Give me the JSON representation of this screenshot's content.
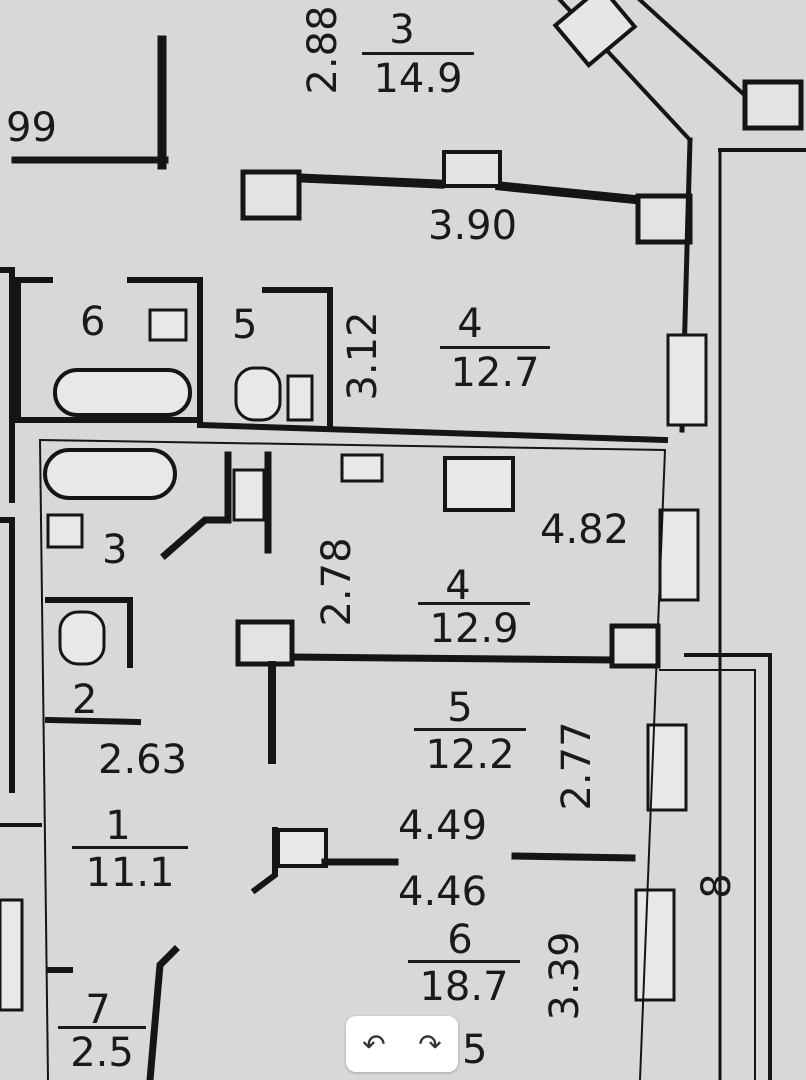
{
  "upper_unit": {
    "top_left_fragment": "99",
    "room_3": {
      "number": "3",
      "area": "14.9",
      "side_dim": "2.88"
    },
    "wall_dim_top": "3.90",
    "room_6_number": "6",
    "room_5_number": "5",
    "room_4": {
      "number": "4",
      "area": "12.7",
      "side_dim": "3.12"
    }
  },
  "lower_unit": {
    "room_3_number": "3",
    "room_4": {
      "number": "4",
      "area": "12.9",
      "dim_side": "2.78",
      "dim_right": "4.82"
    },
    "room_2": {
      "number": "2",
      "dim": "2.63"
    },
    "room_5": {
      "number": "5",
      "area": "12.2",
      "dim_side": "2.77"
    },
    "room_1": {
      "number": "1",
      "area": "11.1"
    },
    "dims_middle": [
      "4.49",
      "4.46"
    ],
    "room_6": {
      "number": "6",
      "area": "18.7",
      "dim_side": "3.39"
    },
    "room_7": {
      "number": "7",
      "area": "2.5"
    },
    "room_8_number": "8",
    "bottom_fragment": "5"
  },
  "controls": {
    "rotate_left": "↶",
    "rotate_right": "↷"
  }
}
